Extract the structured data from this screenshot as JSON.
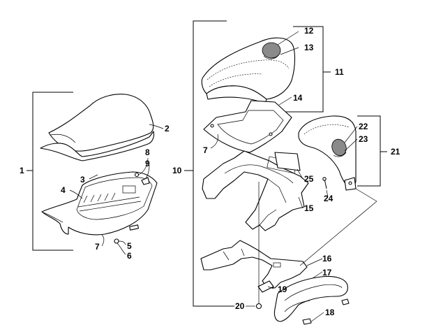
{
  "callouts": [
    "1",
    "2",
    "3",
    "4",
    "5",
    "6",
    "7",
    "8",
    "9",
    "10",
    "11",
    "12",
    "13",
    "14",
    "7",
    "15",
    "16",
    "17",
    "18",
    "19",
    "20",
    "21",
    "22",
    "23",
    "24",
    "25"
  ]
}
